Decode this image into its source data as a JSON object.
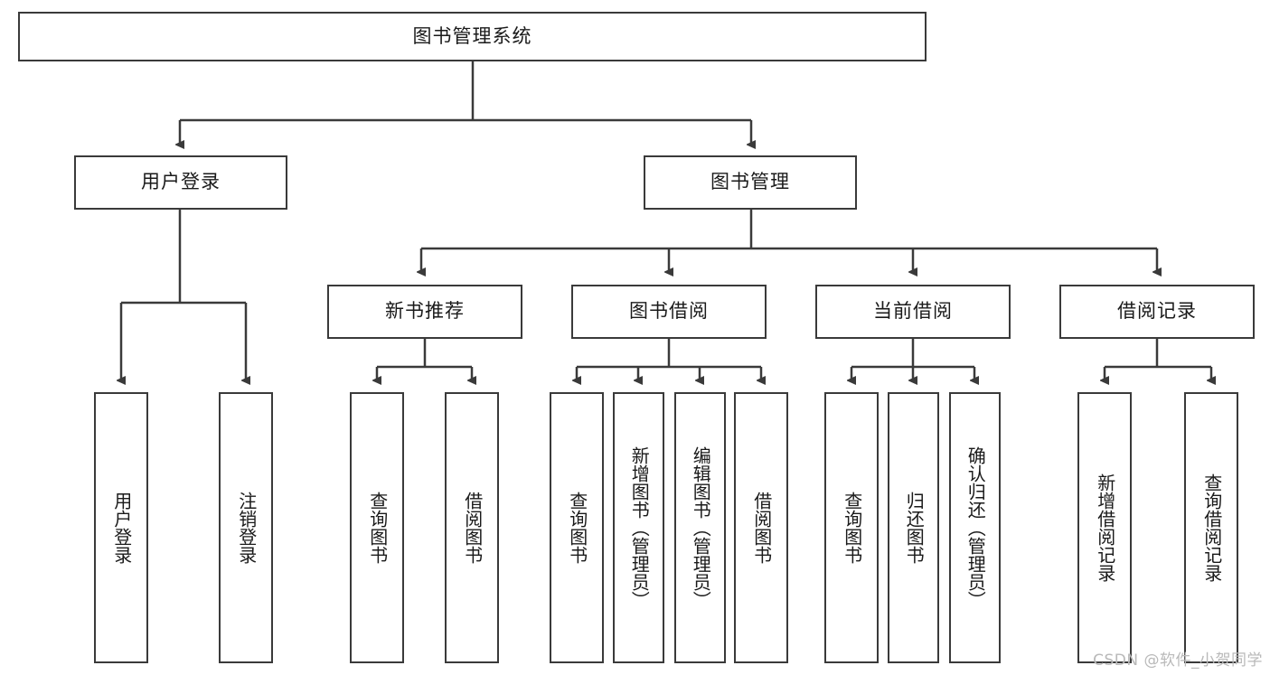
{
  "diagram": {
    "title": "图书管理系统",
    "type": "tree",
    "root": {
      "id": "root",
      "label": "图书管理系统",
      "orientation": "horizontal"
    },
    "level2": [
      {
        "id": "user-login",
        "label": "用户登录",
        "orientation": "horizontal"
      },
      {
        "id": "book-management",
        "label": "图书管理",
        "orientation": "horizontal"
      }
    ],
    "level3": [
      {
        "id": "new-book-recommend",
        "label": "新书推荐",
        "orientation": "horizontal",
        "parent": "book-management"
      },
      {
        "id": "book-borrow",
        "label": "图书借阅",
        "orientation": "horizontal",
        "parent": "book-management"
      },
      {
        "id": "current-borrow",
        "label": "当前借阅",
        "orientation": "horizontal",
        "parent": "book-management"
      },
      {
        "id": "borrow-record",
        "label": "借阅记录",
        "orientation": "horizontal",
        "parent": "book-management"
      }
    ],
    "leaves": [
      {
        "id": "leaf-user-login",
        "label": "用户登录",
        "orientation": "vertical",
        "parent": "user-login"
      },
      {
        "id": "leaf-user-logout",
        "label": "注销登录",
        "orientation": "vertical",
        "parent": "user-login"
      },
      {
        "id": "leaf-query-book-1",
        "label": "查询图书",
        "orientation": "vertical",
        "parent": "new-book-recommend"
      },
      {
        "id": "leaf-borrow-book-1",
        "label": "借阅图书",
        "orientation": "vertical",
        "parent": "new-book-recommend"
      },
      {
        "id": "leaf-query-book-2",
        "label": "查询图书",
        "orientation": "vertical",
        "parent": "book-borrow"
      },
      {
        "id": "leaf-add-book",
        "label": "新增图书（管理员）",
        "orientation": "vertical",
        "parent": "book-borrow"
      },
      {
        "id": "leaf-edit-book",
        "label": "编辑图书（管理员）",
        "orientation": "vertical",
        "parent": "book-borrow"
      },
      {
        "id": "leaf-borrow-book-2",
        "label": "借阅图书",
        "orientation": "vertical",
        "parent": "book-borrow"
      },
      {
        "id": "leaf-query-book-3",
        "label": "查询图书",
        "orientation": "vertical",
        "parent": "current-borrow"
      },
      {
        "id": "leaf-return-book",
        "label": "归还图书",
        "orientation": "vertical",
        "parent": "current-borrow"
      },
      {
        "id": "leaf-confirm-return",
        "label": "确认归还（管理员）",
        "orientation": "vertical",
        "parent": "current-borrow"
      },
      {
        "id": "leaf-add-record",
        "label": "新增借阅记录",
        "orientation": "vertical",
        "parent": "borrow-record"
      },
      {
        "id": "leaf-query-record",
        "label": "查询借阅记录",
        "orientation": "vertical",
        "parent": "borrow-record"
      }
    ],
    "colors": {
      "border": "#3a3a3a",
      "text": "#1a1a1a",
      "background": "#ffffff",
      "connector": "#3a3a3a",
      "watermark": "#b9b9b9"
    }
  },
  "watermark": {
    "text": "CSDN @软件_小贺同学"
  }
}
